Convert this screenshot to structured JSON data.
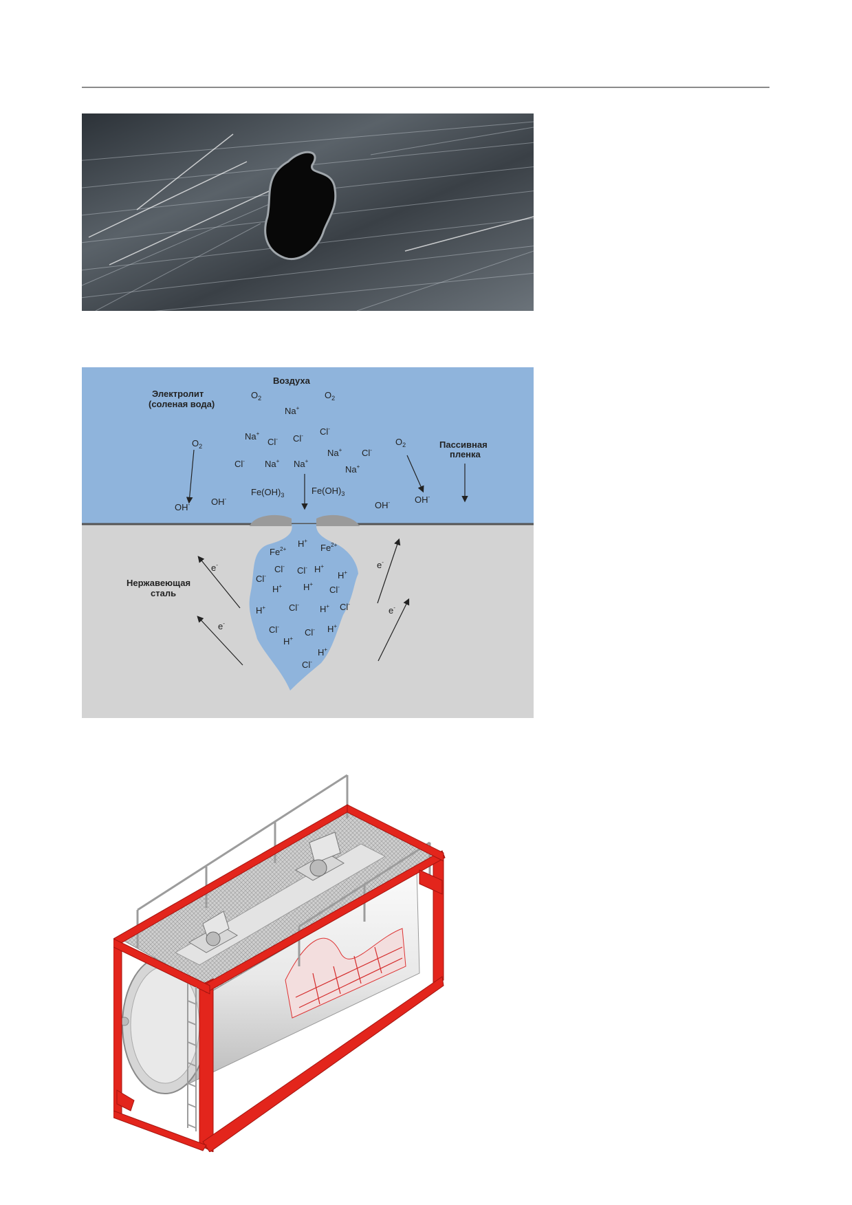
{
  "diagram": {
    "label_air": "Воздуха",
    "label_electrolyte_1": "Электролит",
    "label_electrolyte_2": "(соленая вода)",
    "label_passive_1": "Пассивная",
    "label_passive_2": "пленка",
    "label_steel_1": "Нержавеющая",
    "label_steel_2": "сталь",
    "ion_o2": "O",
    "ion_o2_sub": "2",
    "ion_na": "Na",
    "ion_cl": "Cl",
    "ion_h": "H",
    "ion_fe": "Fe",
    "ion_oh": "OH",
    "ion_feoh3": "Fe(OH)",
    "ion_feoh3_sub": "3",
    "sup_plus": "+",
    "sup_minus": "-",
    "sup_fe": "2+",
    "electron": "e",
    "colors": {
      "water": "#8fb4dc",
      "steel": "#d3d3d3",
      "surface": "#555555",
      "passive_film": "#9a9a9a"
    }
  },
  "photo": {
    "subject": "pitting-hole-on-brushed-steel"
  },
  "tank": {
    "subject": "tank-container-red-frame"
  }
}
